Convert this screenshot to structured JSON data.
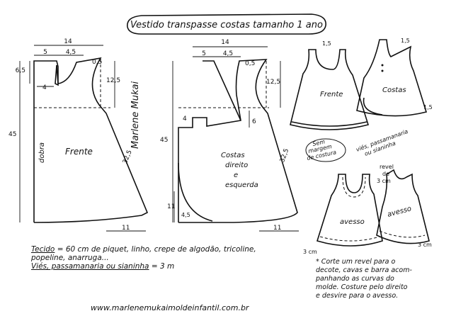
{
  "title": "Vestido transpasse costas tamanho 1 ano",
  "signature": "Marlene Mukai",
  "front_pattern": {
    "label": "Frente",
    "fold_label": "dobra",
    "dims": {
      "width_top": "14",
      "neck_w": "5",
      "shoulder_w": "4,5",
      "neck_drop_small": "0,5",
      "neck_drop": "6,5",
      "side_neck": "4",
      "armhole": "12,5",
      "length": "45",
      "side": "32,5",
      "hem": "11"
    }
  },
  "back_pattern": {
    "label_lines": [
      "Costas",
      "direito",
      "e",
      "esquerda"
    ],
    "dims": {
      "width_top": "14",
      "neck_w": "5",
      "shoulder_w": "4,5",
      "neck_drop_small": "0,5",
      "armhole": "12,5",
      "length": "45",
      "side_neck": "4",
      "step": "6",
      "side": "32,5",
      "curve_h": "11",
      "curve_w": "4,5",
      "hem": "11"
    }
  },
  "illustrations": {
    "front_label": "Frente",
    "back_label": "Costas",
    "size_labels": [
      "1,5",
      "1,5",
      "1,5"
    ],
    "seam_note_lines": [
      "Sem",
      "margem",
      "de costura"
    ],
    "bias_note_lines": [
      "viés, passamanaria",
      "ou sianinha"
    ],
    "inside_label_1": "avesso",
    "inside_label_2": "avesso",
    "facing_label_lines": [
      "revel",
      "de",
      "3 cm"
    ],
    "cm_label_1": "3 cm",
    "cm_label_2": "3 cm"
  },
  "materials": {
    "fabric_label": "Tecido",
    "fabric_text_line1": "= 60 cm de piquet, linho, crepe de algodão, tricoline,",
    "fabric_text_line2": "popeline, anarruga...",
    "bias_label": "Viés, passamanaria ou sianinha",
    "bias_value": "= 3 m"
  },
  "instructions_lines": [
    "* Corte um revel para o",
    "decote, cavas e barra acom-",
    "panhando as curvas do",
    "molde. Costure pelo direito",
    "e desvire para o avesso."
  ],
  "website": "www.marlenemukaimoldeinfantil.com.br"
}
